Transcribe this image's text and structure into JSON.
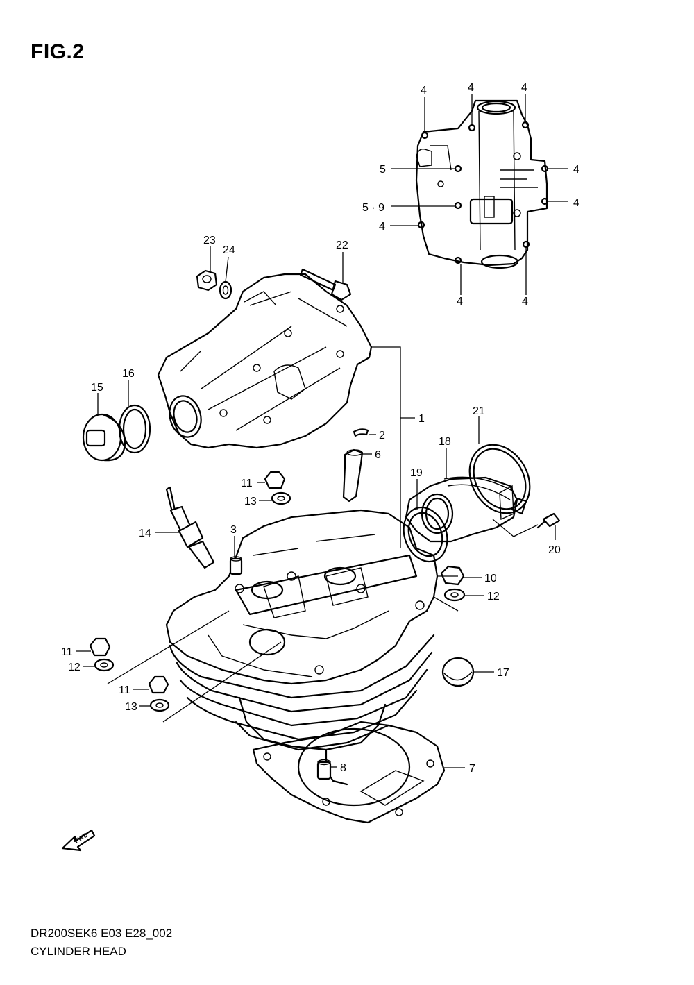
{
  "figure_title": "FIG.2",
  "footer": {
    "model_code": "DR200SEK6 E03 E28_002",
    "assembly_name": "CYLINDER HEAD"
  },
  "fwd_marker": "FWD",
  "callouts": [
    "4",
    "4",
    "4",
    "5",
    "4",
    "5 · 9",
    "4",
    "4",
    "4",
    "4",
    "23",
    "24",
    "22",
    "16",
    "15",
    "1",
    "21",
    "2",
    "6",
    "18",
    "19",
    "11",
    "13",
    "14",
    "3",
    "20",
    "10",
    "12",
    "11",
    "12",
    "17",
    "11",
    "13",
    "8",
    "7"
  ]
}
